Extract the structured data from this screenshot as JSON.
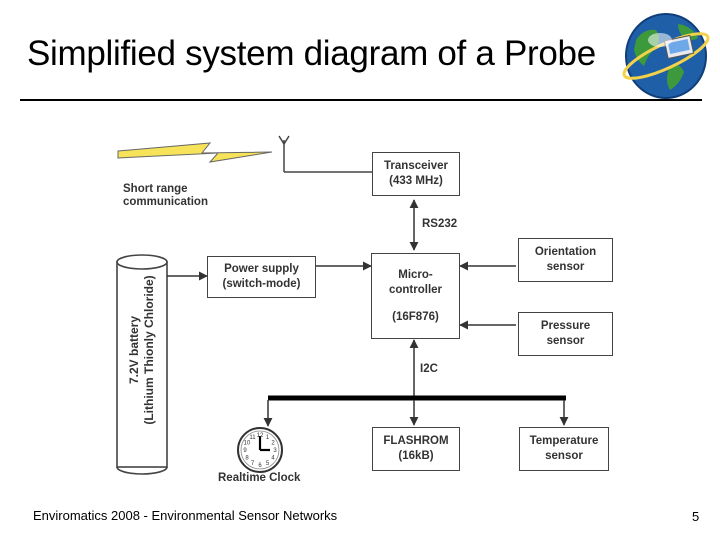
{
  "slide": {
    "title": "Simplified system diagram of a Probe",
    "footer": "Enviromatics 2008 - Environmental Sensor Networks",
    "page_number": "5"
  },
  "diagram": {
    "short_range_label": [
      "Short range",
      "communication"
    ],
    "battery_label": [
      "7.2V battery",
      "(Lithium Thionly Chloride)"
    ],
    "transceiver": [
      "Transceiver",
      "(433 MHz)"
    ],
    "rs232_label": "RS232",
    "power_supply": [
      "Power supply",
      "(switch-mode)"
    ],
    "microcontroller": [
      "Micro-",
      "controller"
    ],
    "microcontroller_model": "(16F876)",
    "orientation_sensor": [
      "Orientation",
      "sensor"
    ],
    "pressure_sensor": [
      "Pressure",
      "sensor"
    ],
    "i2c_label": "I2C",
    "flashrom": [
      "FLASHROM",
      "(16kB)"
    ],
    "temperature_sensor": [
      "Temperature",
      "sensor"
    ],
    "realtime_clock_label": "Realtime Clock",
    "clock_numbers": [
      "12",
      "1",
      "2",
      "3",
      "4",
      "5",
      "6",
      "7",
      "8",
      "9",
      "10",
      "11"
    ]
  },
  "colors": {
    "globe_ocean": "#1f5fa8",
    "globe_land": "#3c9a3c",
    "globe_ring": "#f3d24a",
    "lightning": "#f6e35a"
  },
  "icons": {
    "globe": "globe-icon",
    "lightning": "lightning-bolt-icon",
    "antenna": "antenna-icon",
    "clock": "clock-icon",
    "battery": "battery-cylinder-icon"
  }
}
